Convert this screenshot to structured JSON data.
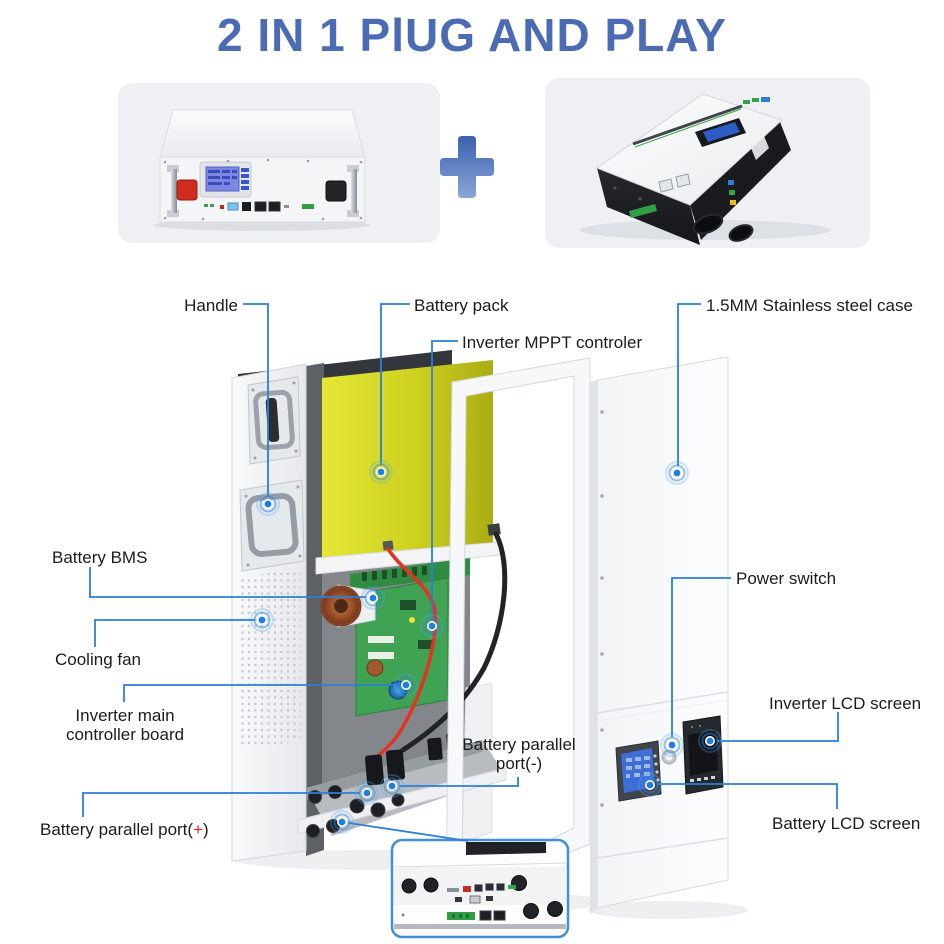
{
  "title": "2 IN 1 PlUG AND PLAY",
  "colors": {
    "title_blue": "#4b6cb4",
    "callout_blue": "#2b7fd9",
    "marker_blue": "#1f7ee0",
    "battery_yellow": "#cdd01f",
    "pcb_green": "#3fa353",
    "cable_red": "#e23325",
    "plus_icon_blue": "#3c63ae",
    "inset_border_blue": "#418fd9",
    "label_text": "#1b1b1b",
    "plus_sign_red": "#e0251c"
  },
  "callouts": {
    "handle": {
      "label": "Handle"
    },
    "battery_pack": {
      "label": "Battery pack"
    },
    "inverter_mppt": {
      "label": "Inverter MPPT controler"
    },
    "steel_case": {
      "label": "1.5MM Stainless steel case"
    },
    "battery_bms": {
      "label": "Battery BMS"
    },
    "cooling_fan": {
      "label": "Cooling fan"
    },
    "inverter_main_board": {
      "line1": "Inverter main",
      "line2": "controller board"
    },
    "battery_parallel_minus": {
      "line1": "Battery parallel",
      "line2": "port(-)"
    },
    "battery_parallel_plus": {
      "prefix": "Battery parallel port(",
      "sign": "+",
      "suffix": ")"
    },
    "power_switch": {
      "label": "Power switch"
    },
    "inverter_lcd": {
      "label": "Inverter LCD screen"
    },
    "battery_lcd": {
      "label": "Battery LCD screen"
    }
  }
}
